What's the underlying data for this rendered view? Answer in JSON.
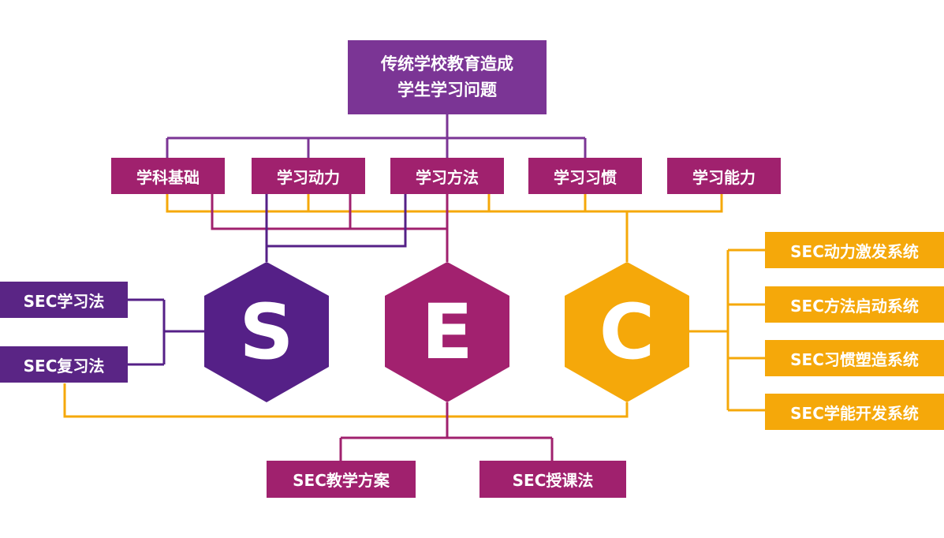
{
  "top": {
    "line1": "传统学校教育造成",
    "line2": "学生学习问题"
  },
  "categories": [
    "学科基础",
    "学习动力",
    "学习方法",
    "学习习惯",
    "学习能力"
  ],
  "hexagons": {
    "s": {
      "letter": "S",
      "color": "#552087"
    },
    "e": {
      "letter": "E",
      "color": "#a2216f"
    },
    "c": {
      "letter": "C",
      "color": "#f5a80a"
    }
  },
  "left_methods": [
    "SEC学习法",
    "SEC复习法"
  ],
  "right_systems": [
    "SEC动力激发系统",
    "SEC方法启动系统",
    "SEC习惯塑造系统",
    "SEC学能开发系统"
  ],
  "bottom_items": [
    "SEC教学方案",
    "SEC授课法"
  ],
  "colors": {
    "purple_top": "#7b3595",
    "magenta": "#a0216e",
    "violet": "#5a2585",
    "orange": "#f5a80a"
  }
}
